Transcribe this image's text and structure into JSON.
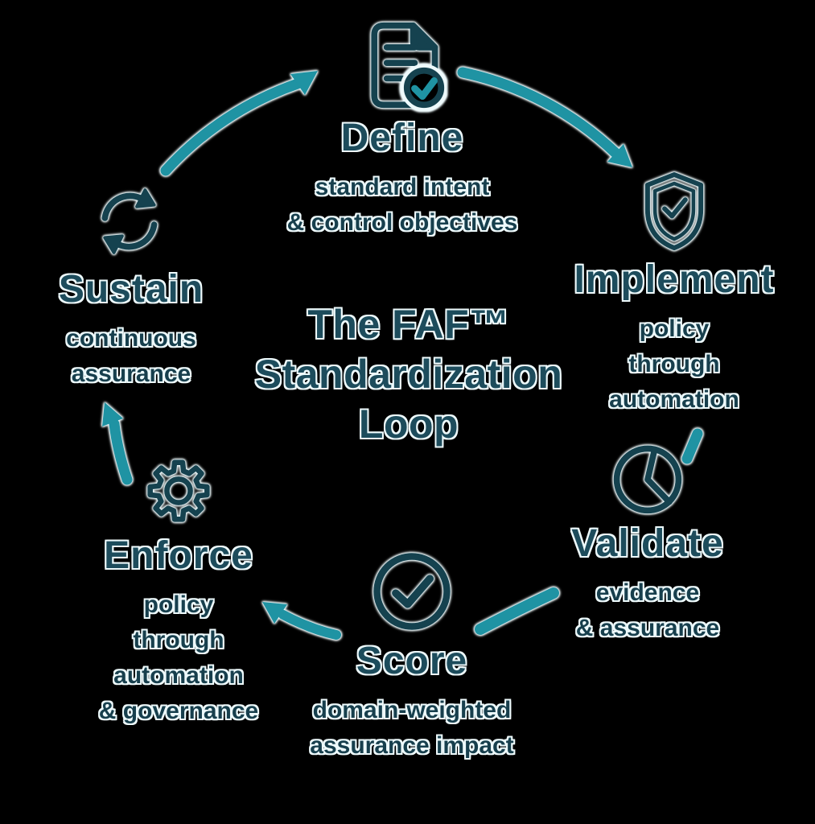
{
  "diagram": {
    "title": "The FAF™\nStandardization\nLoop"
  },
  "stages": [
    {
      "id": "define",
      "label": "Define",
      "desc": "standard intent\n& control objectives",
      "icon": "document-check-icon"
    },
    {
      "id": "implement",
      "label": "Implement",
      "desc": "policy\nthrough\nautomation",
      "icon": "shield-check-icon"
    },
    {
      "id": "validate",
      "label": "Validate",
      "desc": "evidence\n& assurance",
      "icon": "pie-chart-icon"
    },
    {
      "id": "score",
      "label": "Score",
      "desc": "domain-weighted\nassurance impact",
      "icon": "circle-check-icon"
    },
    {
      "id": "enforce",
      "label": "Enforce",
      "desc": "policy\nthrough\nautomation\n& governance",
      "icon": "gear-icon"
    },
    {
      "id": "sustain",
      "label": "Sustain",
      "desc": "continuous\nassurance",
      "icon": "cycle-arrows-icon"
    }
  ],
  "colors": {
    "background": "#000000",
    "arrow_teal": "#1f93a3",
    "icon_stroke": "#15424f",
    "heading_text": "#1d4c5c",
    "body_text": "#173f4d",
    "outline_halo": "#eefafc"
  }
}
